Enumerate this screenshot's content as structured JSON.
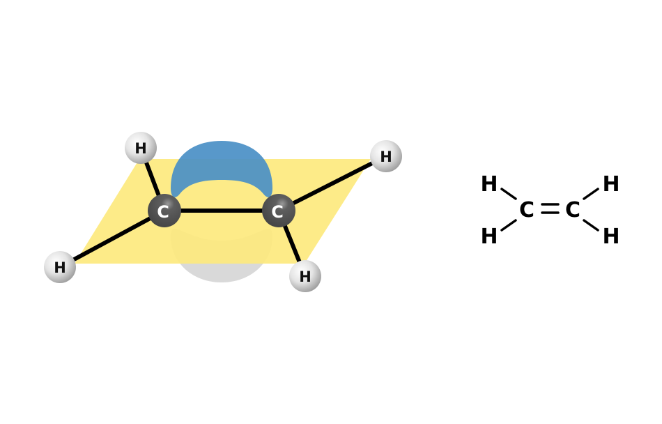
{
  "colors": {
    "plane": "#FDE97E",
    "lobe_top": "#4A8FC6",
    "lobe_bottom": "#D9D9D9",
    "carbon": "#555555",
    "hydrogen": "#E6E6E6",
    "bond": "#000000"
  },
  "model": {
    "carbon_symbol": "C",
    "hydrogen_symbol": "H"
  },
  "formula": {
    "carbon_left": "C",
    "carbon_right": "C",
    "hydrogen_top_left": "H",
    "hydrogen_bottom_left": "H",
    "hydrogen_top_right": "H",
    "hydrogen_bottom_right": "H"
  }
}
